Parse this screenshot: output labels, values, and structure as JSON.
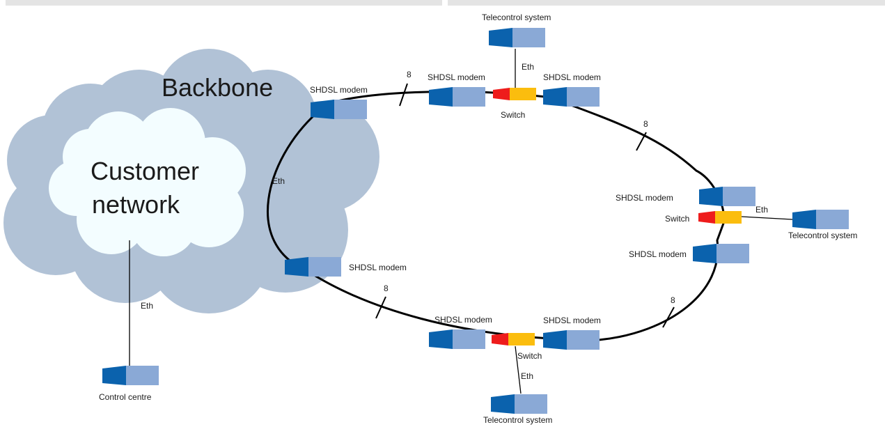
{
  "colors": {
    "cloud_backbone": "#b1c2d6",
    "cloud_customer": "#f3fdff",
    "device_dark": "#0b62ad",
    "device_light": "#8aa9d6",
    "switch_red": "#ee1c1c",
    "switch_yellow": "#fbbd0e",
    "ring_line": "#000000"
  },
  "clouds": {
    "backbone": "Backbone",
    "customer_line1": "Customer",
    "customer_line2": "network"
  },
  "labels": {
    "modem_top_left": "SHDSL modem",
    "modem_top_mid_left": "SHDSL modem",
    "modem_top_mid_right": "SHDSL modem",
    "modem_right_upper": "SHDSL modem",
    "modem_right_lower": "SHDSL modem",
    "modem_bottom_left": "SHDSL modem",
    "modem_bottom_mid_left": "SHDSL modem",
    "modem_bottom_mid_right": "SHDSL modem",
    "switch_top": "Switch",
    "switch_right": "Switch",
    "switch_bottom": "Switch",
    "telecontrol_top": "Telecontrol system",
    "telecontrol_right": "Telecontrol system",
    "telecontrol_bottom": "Telecontrol system",
    "control_centre": "Control centre",
    "eth_backbone": "Eth",
    "eth_top": "Eth",
    "eth_right": "Eth",
    "eth_bottom": "Eth",
    "eth_control": "Eth",
    "wires_top_left": "8",
    "wires_top_right": "8",
    "wires_bottom_left": "8",
    "wires_bottom_right": "8"
  },
  "icons": {
    "modem": "shdsl-modem-icon",
    "switch": "switch-icon",
    "telecontrol": "telecontrol-device-icon",
    "control_centre": "control-centre-device-icon"
  }
}
